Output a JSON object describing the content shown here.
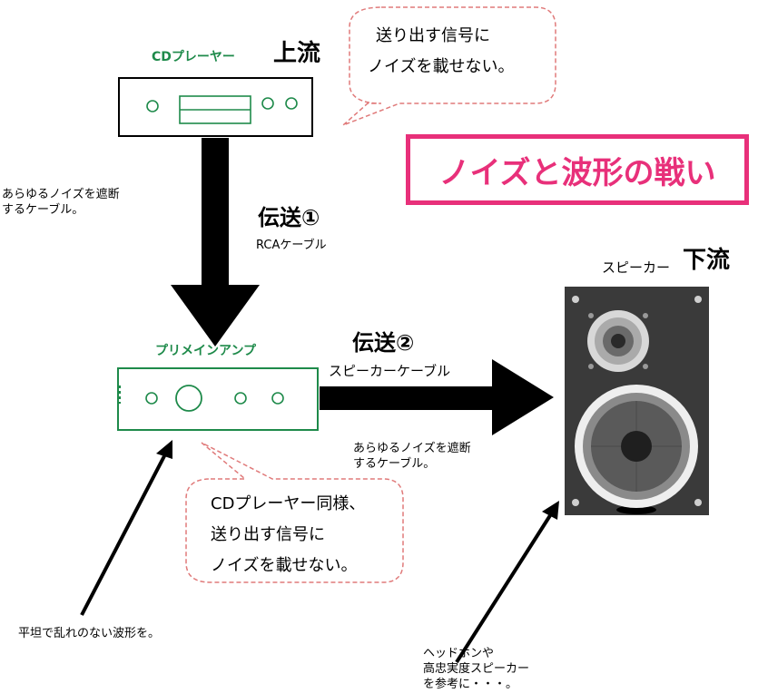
{
  "title": "ノイズと波形の戦い",
  "upstream_label": "上流",
  "downstream_label": "下流",
  "cd_player_label": "CDプレーヤー",
  "amp_label": "プリメインアンプ",
  "speaker_label": "スピーカー",
  "transmission1": {
    "title": "伝送①",
    "sub": "RCAケーブル"
  },
  "transmission2": {
    "title": "伝送②",
    "sub": "スピーカーケーブル"
  },
  "cable_note_left": [
    "あらゆるノイズを遮断",
    "するケーブル。"
  ],
  "cable_note_right": [
    "あらゆるノイズを遮断",
    "するケーブル。"
  ],
  "bubble_top": [
    "送り出す信号に",
    "ノイズを載せない。"
  ],
  "bubble_bottom": [
    "CDプレーヤー同様、",
    "送り出す信号に",
    "ノイズを載せない。"
  ],
  "waveform_note": "平坦で乱れのない波形を。",
  "speaker_note": [
    "ヘッドホンや",
    "高忠実度スピーカー",
    "を参考に・・・。"
  ],
  "colors": {
    "green": "#1e8a4a",
    "pink": "#e8307a",
    "bubble_dash": "#e07a7a",
    "speaker_body": "#3a3a3a"
  }
}
